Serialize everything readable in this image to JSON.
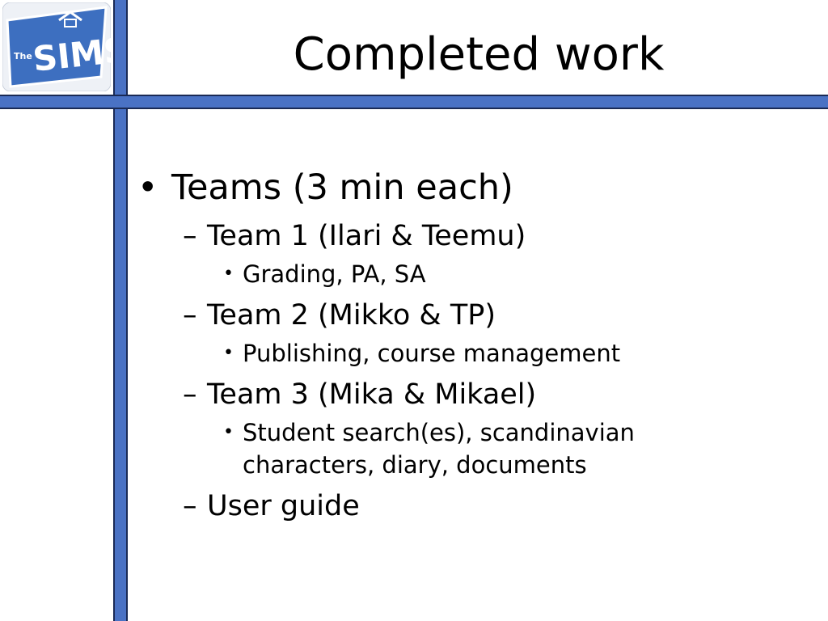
{
  "colors": {
    "bar_blue": "#4a72c4",
    "bar_edge": "#1a2a55",
    "logo_blue": "#3d6fc0",
    "logo_bg": "#eef1f6"
  },
  "logo": {
    "text_the": "The",
    "text_sims": "SIMS",
    "icon": "house-roof-icon"
  },
  "slide": {
    "title": "Completed work",
    "bullet_char": "•",
    "dash_char": "–",
    "items": [
      {
        "text": "Teams (3 min each)",
        "children": [
          {
            "text": "Team 1 (Ilari & Teemu)",
            "children": [
              {
                "text": "Grading, PA, SA"
              }
            ]
          },
          {
            "text": "Team 2 (Mikko & TP)",
            "children": [
              {
                "text": "Publishing, course management"
              }
            ]
          },
          {
            "text": "Team 3 (Mika & Mikael)",
            "children": [
              {
                "text": "Student search(es), scandinavian characters, diary, documents"
              }
            ]
          },
          {
            "text": "User guide"
          }
        ]
      }
    ]
  }
}
